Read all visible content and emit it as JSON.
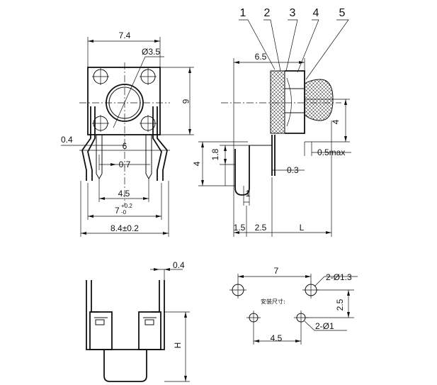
{
  "callouts": [
    "1",
    "2",
    "3",
    "4",
    "5"
  ],
  "front_view": {
    "width": "7.4",
    "cap_diameter": "Ø3.5",
    "body_height": "6",
    "pin_width": "0.4",
    "hole_spacing": "6",
    "pin_offset": "0.7",
    "pin_pitch": "4.5",
    "lead_span_main": "7",
    "lead_span_tol_upper": "+0.2",
    "lead_span_tol_lower": "-0",
    "overall_width": "8.4±0.2"
  },
  "side_view": {
    "body_depth": "6.5",
    "cap_height": "4",
    "overtravel": "0.5max",
    "leg_height": "1.8",
    "leg_offset": "4",
    "pin_thickness": "0.3",
    "gap": "1",
    "dim_a": "1.5",
    "dim_b": "2.5",
    "length": "L"
  },
  "bottom_view": {
    "pin_width": "0.4",
    "height": "H"
  },
  "footprint": {
    "label": "安装尺寸:",
    "large_hole_spacing": "7",
    "large_hole_diameter": "2-Ø1.3",
    "row_spacing": "2.5",
    "small_hole_spacing": "4.5",
    "small_hole_diameter": "2-Ø1"
  }
}
